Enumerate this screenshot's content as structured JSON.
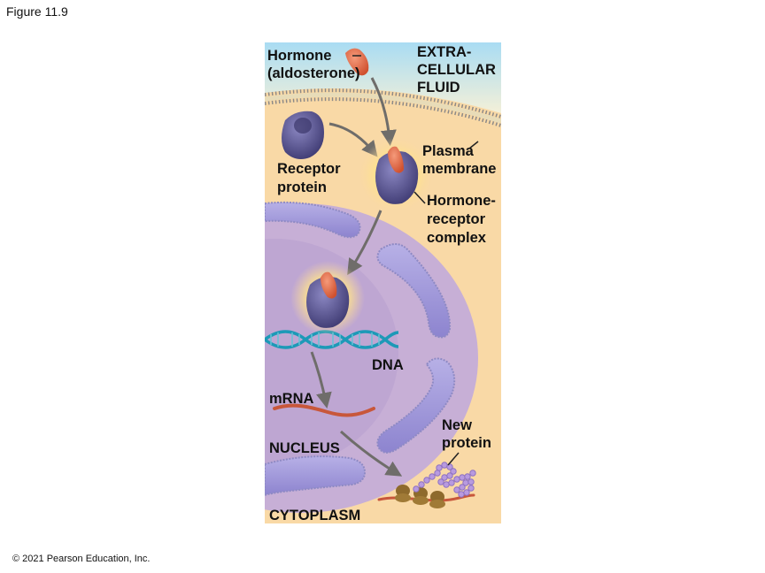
{
  "figure_title": "Figure 11.9",
  "copyright": "© 2021 Pearson Education, Inc.",
  "labels": {
    "hormone_line1": "Hormone",
    "hormone_line2": "(aldosterone)",
    "extracellular_line1": "EXTRA-",
    "extracellular_line2": "CELLULAR",
    "extracellular_line3": "FLUID",
    "plasma_line1": "Plasma",
    "plasma_line2": "membrane",
    "receptor_line1": "Receptor",
    "receptor_line2": "protein",
    "complex_line1": "Hormone-",
    "complex_line2": "receptor",
    "complex_line3": "complex",
    "dna": "DNA",
    "mrna": "mRNA",
    "nucleus": "NUCLEUS",
    "new_protein_line1": "New",
    "new_protein_line2": "protein",
    "cytoplasm": "CYTOPLASM"
  },
  "colors": {
    "extracellular_top": "#a9dcf3",
    "cytoplasm": "#f9d9a6",
    "nucleus": "#c7afd6",
    "membrane": "#8d8a88",
    "receptor": "#4e4a86",
    "hormone": "#e26a4c",
    "glow": "#fff0a0",
    "dna_strand": "#1d99b7",
    "mrna": "#c8573b",
    "ribosome": "#8e6a2c",
    "new_protein_bead": "#b89adf"
  }
}
